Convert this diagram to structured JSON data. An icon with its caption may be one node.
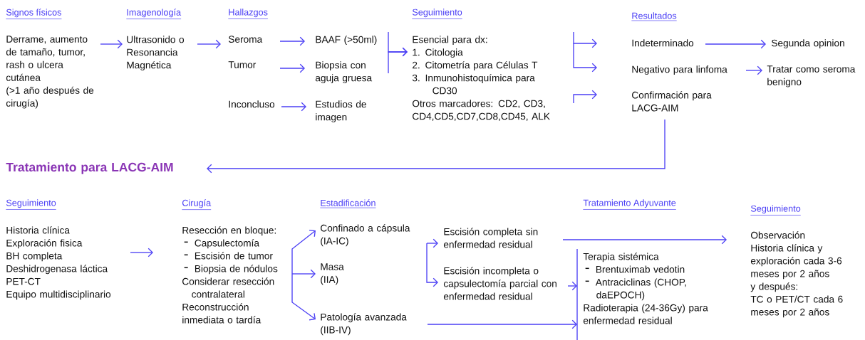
{
  "diagram": {
    "nodes": [
      {
        "text": [
          "Derrame, aumento de tamaño, tumor, rash o ulcera cutánea",
          "(>1 año después de cirugía)"
        ]
      },
      {
        "text": [
          "Ultrasonido o Resonancia Magnética"
        ]
      },
      {
        "text": [
          "Seroma"
        ]
      },
      {
        "text": [
          "Tumor"
        ]
      },
      {
        "text": [
          "Inconcluso"
        ]
      },
      {
        "text": [
          "BAAF (>50ml)"
        ]
      },
      {
        "text": [
          "Biopsia con aguja gruesa"
        ]
      },
      {
        "text": [
          "Estudios de imagen"
        ]
      },
      {
        "text": [
          "Esencial para dx:",
          "1. Citologia",
          "2. Citometría para Células T",
          "3. Inmunohistoquímica para CD30",
          "Otros marcadores: CD2, CD3, CD4,CD5,CD7,CD8,CD45, ALK"
        ]
      },
      {
        "text": [
          "Indeterminado"
        ]
      },
      {
        "text": [
          "Negativo para linfoma"
        ]
      },
      {
        "text": [
          "Confirmación para LACG-AIM"
        ]
      },
      {
        "text": [
          "Segunda opinion"
        ]
      },
      {
        "text": [
          "Tratar como seroma benigno"
        ]
      },
      {
        "text": [
          "Tratamiento para LACG-AIM"
        ]
      },
      {
        "text": [
          "Historia clínica",
          "Exploración fisica",
          "BH completa",
          "Deshidrogenasa láctica",
          "PET-CT",
          "Equipo multidisciplinario"
        ]
      },
      {
        "text": [
          "Resección en bloque:",
          "Capsulectomía",
          "Escisión de tumor",
          "Biopsia de nódulos",
          "Considerar resección contralateral",
          "Reconstrucción inmediata o tardía"
        ]
      },
      {
        "text": [
          "Confinado a cápsula (IA-IC)"
        ]
      },
      {
        "text": [
          "Masa (IIA)"
        ]
      },
      {
        "text": [
          "Patología avanzada (IIB-IV)"
        ]
      },
      {
        "text": [
          "Escisión completa sin enfermedad residual"
        ]
      },
      {
        "text": [
          "Escisión incompleta o capsulectomía parcial con enfermedad residual"
        ]
      },
      {
        "text": [
          "Terapia sistémica",
          "Brentuximab vedotin",
          "Antraciclinas (CHOP, daEPOCH)",
          "Radioterapia (24-36Gy) para enfermedad residual"
        ]
      },
      {
        "text": [
          "Observación",
          "Historia clínica y exploración cada 3-6 meses por 2 años",
          "y después:",
          "TC o PET/CT cada 6 meses por 2 años"
        ]
      }
    ],
    "edges": [
      {
        "from": 0,
        "to": 1,
        "arrow": "to"
      },
      {
        "from": 1,
        "to": 2,
        "arrow": "to"
      },
      {
        "from": 2,
        "to": 5,
        "arrow": "to"
      },
      {
        "from": 3,
        "to": 6,
        "arrow": "to"
      },
      {
        "from": 4,
        "to": 7,
        "arrow": "to"
      },
      {
        "from": 5,
        "to": 8,
        "arrow": "to"
      },
      {
        "from": 6,
        "to": 8,
        "arrow": "to"
      },
      {
        "from": 8,
        "to": 9,
        "arrow": "to"
      },
      {
        "from": 8,
        "to": 10,
        "arrow": "to"
      },
      {
        "from": 8,
        "to": 11,
        "arrow": "to"
      },
      {
        "from": 9,
        "to": 12,
        "arrow": "to"
      },
      {
        "from": 10,
        "to": 13,
        "arrow": "to"
      },
      {
        "from": 11,
        "to": 14,
        "arrow": "to"
      },
      {
        "from": 15,
        "to": 16,
        "arrow": "to"
      },
      {
        "from": 16,
        "to": 17,
        "arrow": "to"
      },
      {
        "from": 16,
        "to": 18,
        "arrow": "to"
      },
      {
        "from": 16,
        "to": 19,
        "arrow": "to"
      },
      {
        "from": 17,
        "to": 20,
        "arrow": "to"
      },
      {
        "from": 17,
        "to": 21,
        "arrow": "to"
      },
      {
        "from": 20,
        "to": 23,
        "arrow": "to"
      },
      {
        "from": 21,
        "to": 22,
        "arrow": "to"
      },
      {
        "from": 19,
        "to": 22,
        "arrow": "to"
      }
    ],
    "labels": [
      "Signos físicos",
      "Imagenología",
      "Hallazgos",
      "Seguimiento",
      "Resultados",
      "Seguimiento",
      "Cirugía",
      "Estadificación",
      "Tratamiento Adyuvante",
      "Seguimiento"
    ]
  }
}
